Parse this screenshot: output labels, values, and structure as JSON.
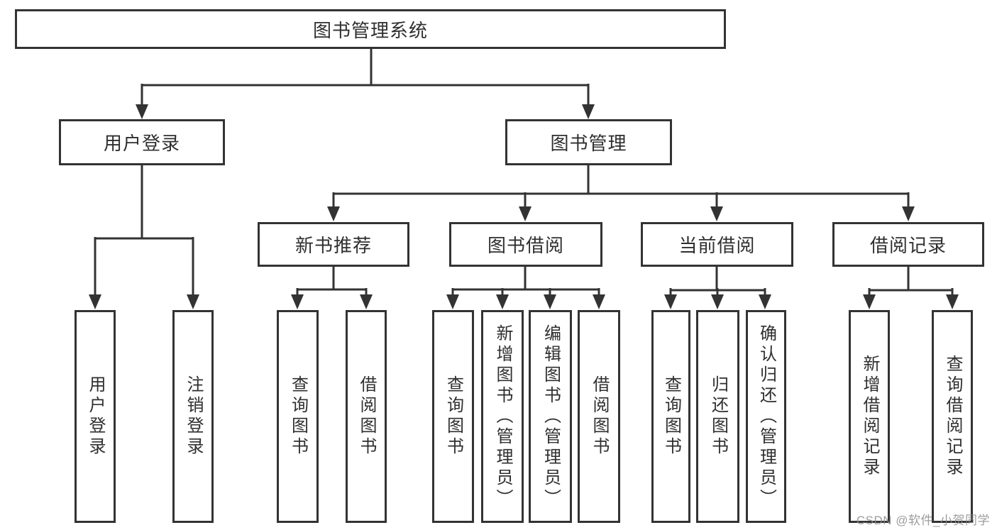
{
  "colors": {
    "line": "#333333",
    "text": "#2f2f2f",
    "background": "#ffffff",
    "watermark": "#8c8c8c"
  },
  "watermark": {
    "text": "CSDN @软件_小贺同学"
  },
  "tree": {
    "label": "图书管理系统",
    "children": [
      {
        "label": "用户登录",
        "children": [
          {
            "label": "用户登录"
          },
          {
            "label": "注销登录"
          }
        ]
      },
      {
        "label": "图书管理",
        "children": [
          {
            "label": "新书推荐",
            "children": [
              {
                "label": "查询图书"
              },
              {
                "label": "借阅图书"
              }
            ]
          },
          {
            "label": "图书借阅",
            "children": [
              {
                "label": "查询图书"
              },
              {
                "label": "新增图书（管理员）"
              },
              {
                "label": "编辑图书（管理员）"
              },
              {
                "label": "借阅图书"
              }
            ]
          },
          {
            "label": "当前借阅",
            "children": [
              {
                "label": "查询图书"
              },
              {
                "label": "归还图书"
              },
              {
                "label": "确认归还（管理员）"
              }
            ]
          },
          {
            "label": "借阅记录",
            "children": [
              {
                "label": "新增借阅记录"
              },
              {
                "label": "查询借阅记录"
              }
            ]
          }
        ]
      }
    ]
  }
}
